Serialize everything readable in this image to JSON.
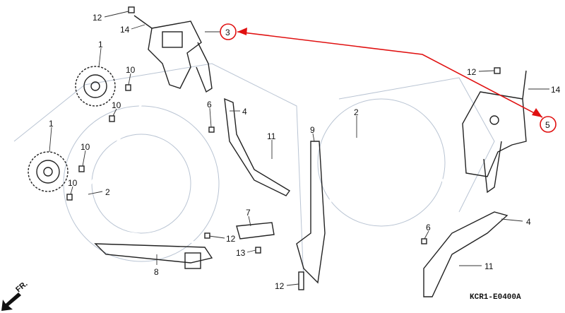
{
  "diagram": {
    "part_labels": [
      "12",
      "14",
      "3",
      "1",
      "10",
      "10",
      "6",
      "4",
      "11",
      "9",
      "2",
      "1",
      "10",
      "10",
      "2",
      "7",
      "12",
      "13",
      "8",
      "12",
      "12",
      "14",
      "5",
      "6",
      "4",
      "11"
    ],
    "highlighted_parts": [
      "3",
      "5"
    ],
    "direction_indicator": "FR.",
    "diagram_code": "KCR1-E0400A",
    "highlight_color": "#e01010"
  }
}
